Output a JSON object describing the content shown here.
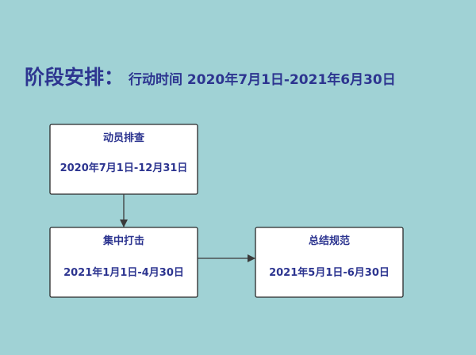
{
  "header": {
    "title": "阶段安排：",
    "time_range": "行动时间 2020年7月1日-2021年6月30日"
  },
  "phases": [
    {
      "name": "动员排查",
      "dates": "2020年7月1日-12月31日"
    },
    {
      "name": "集中打击",
      "dates": "2021年1月1日-4月30日"
    },
    {
      "name": "总结规范",
      "dates": "2021年5月1日-6月30日"
    }
  ],
  "colors": {
    "background": "#a0d2d5",
    "text": "#2d3590",
    "box": "#ffffff",
    "line": "#2a2a2a"
  }
}
